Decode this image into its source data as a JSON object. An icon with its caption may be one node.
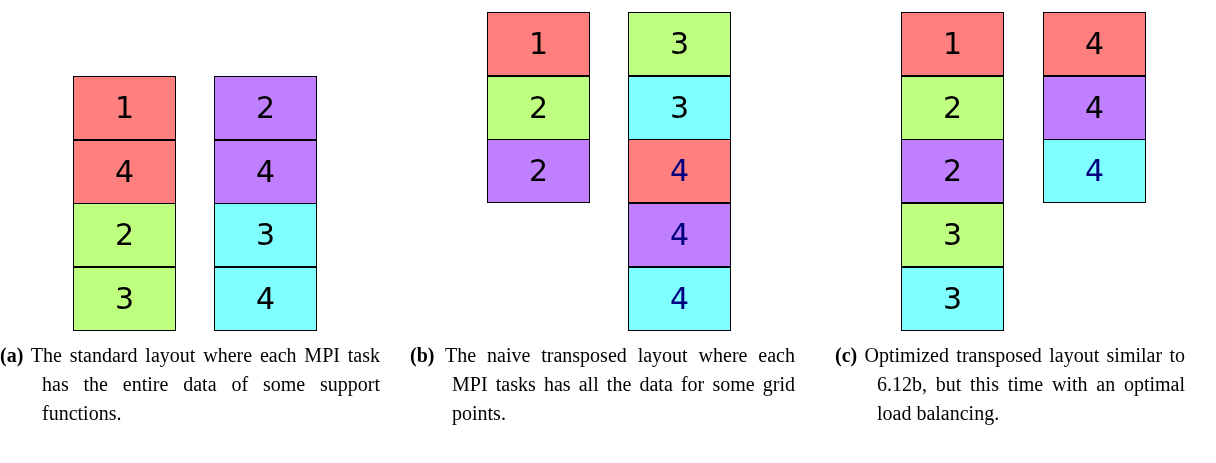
{
  "diagram": {
    "nodes": [
      {
        "text": [
          "1"
        ]
      },
      {
        "text": [
          "4"
        ]
      },
      {
        "text": [
          "2"
        ]
      },
      {
        "text": [
          "3"
        ]
      },
      {
        "text": [
          "2"
        ]
      },
      {
        "text": [
          "4"
        ]
      },
      {
        "text": [
          "3"
        ]
      },
      {
        "text": [
          "4"
        ]
      },
      {
        "text": [
          "1"
        ]
      },
      {
        "text": [
          "2"
        ]
      },
      {
        "text": [
          "2"
        ]
      },
      {
        "text": [
          "3"
        ]
      },
      {
        "text": [
          "3"
        ]
      },
      {
        "text": [
          "4"
        ]
      },
      {
        "text": [
          "4"
        ]
      },
      {
        "text": [
          "4"
        ]
      },
      {
        "text": [
          "1"
        ]
      },
      {
        "text": [
          "2"
        ]
      },
      {
        "text": [
          "2"
        ]
      },
      {
        "text": [
          "3"
        ]
      },
      {
        "text": [
          "3"
        ]
      },
      {
        "text": [
          "4"
        ]
      },
      {
        "text": [
          "4"
        ]
      },
      {
        "text": [
          "4"
        ]
      }
    ],
    "edges": [],
    "labels": [
      "**(a)** The standard layout where each MPI task has the entire data of some support functions.",
      "**(b)** The naive transposed layout where each MPI tasks has all the data for some grid points.",
      "**(c)** Optimized transposed layout similar to 6.12b, but this time with an optimal load balancing."
    ]
  }
}
